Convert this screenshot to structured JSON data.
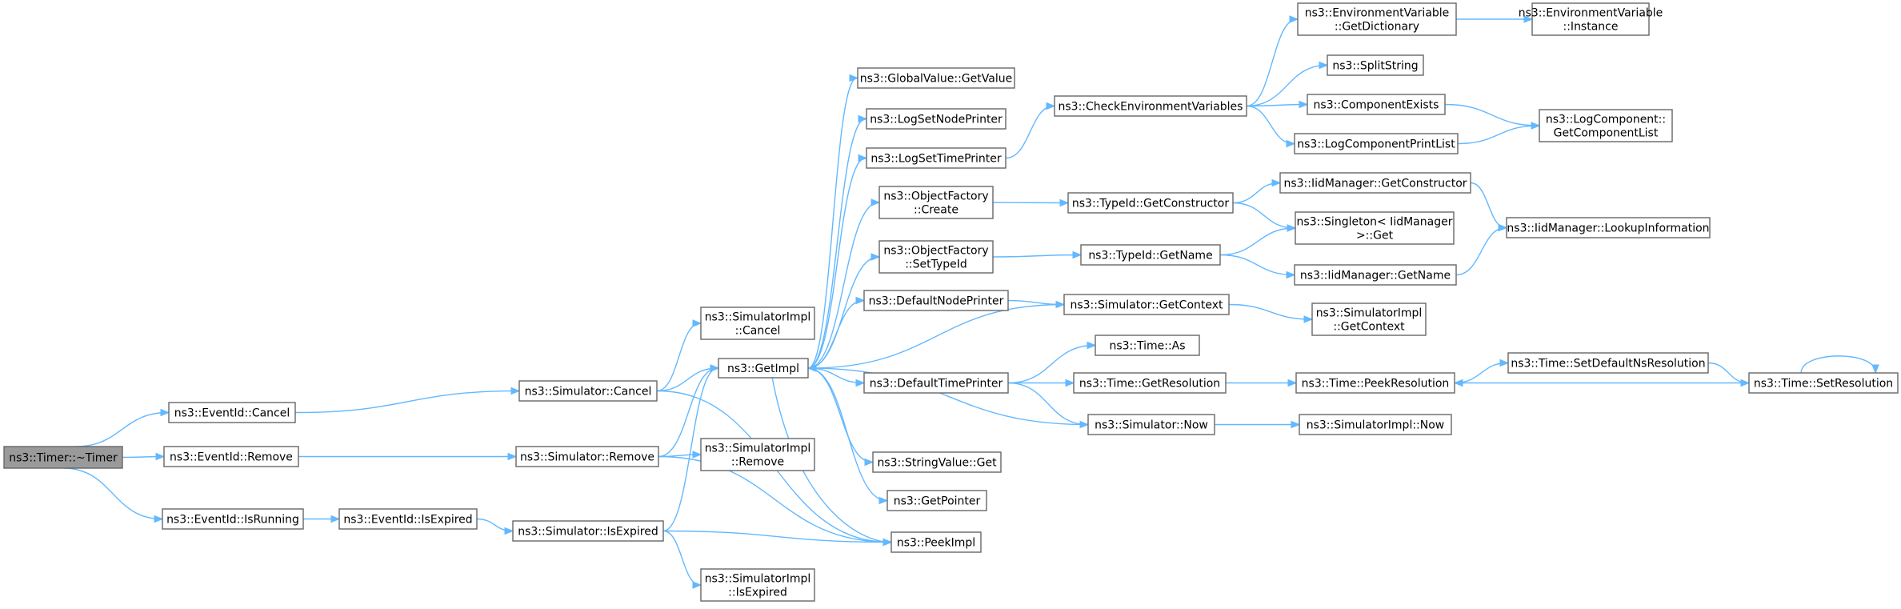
{
  "graph": {
    "colors": {
      "edge": "#63b8ff",
      "node_border": "#666666",
      "root_fill": "#9a9a9a",
      "node_fill": "#ffffff"
    },
    "nodes": [
      {
        "id": "timer_dtor",
        "lines": [
          "ns3::Timer::~Timer"
        ],
        "root": true
      },
      {
        "id": "eventid_cancel",
        "lines": [
          "ns3::EventId::Cancel"
        ]
      },
      {
        "id": "eventid_remove",
        "lines": [
          "ns3::EventId::Remove"
        ]
      },
      {
        "id": "eventid_isrunning",
        "lines": [
          "ns3::EventId::IsRunning"
        ]
      },
      {
        "id": "eventid_isexpired",
        "lines": [
          "ns3::EventId::IsExpired"
        ]
      },
      {
        "id": "sim_cancel",
        "lines": [
          "ns3::Simulator::Cancel"
        ]
      },
      {
        "id": "sim_remove",
        "lines": [
          "ns3::Simulator::Remove"
        ]
      },
      {
        "id": "sim_isexpired",
        "lines": [
          "ns3::Simulator::IsExpired"
        ]
      },
      {
        "id": "simimpl_cancel",
        "lines": [
          "ns3::SimulatorImpl",
          "::Cancel"
        ]
      },
      {
        "id": "simimpl_remove",
        "lines": [
          "ns3::SimulatorImpl",
          "::Remove"
        ]
      },
      {
        "id": "simimpl_isexpired",
        "lines": [
          "ns3::SimulatorImpl",
          "::IsExpired"
        ]
      },
      {
        "id": "getimpl",
        "lines": [
          "ns3::GetImpl"
        ]
      },
      {
        "id": "peekimpl",
        "lines": [
          "ns3::PeekImpl"
        ]
      },
      {
        "id": "gv_getvalue",
        "lines": [
          "ns3::GlobalValue::GetValue"
        ]
      },
      {
        "id": "logsetnodeprinter",
        "lines": [
          "ns3::LogSetNodePrinter"
        ]
      },
      {
        "id": "logsettimeprinter",
        "lines": [
          "ns3::LogSetTimePrinter"
        ]
      },
      {
        "id": "of_create",
        "lines": [
          "ns3::ObjectFactory",
          "::Create"
        ]
      },
      {
        "id": "of_settypeid",
        "lines": [
          "ns3::ObjectFactory",
          "::SetTypeId"
        ]
      },
      {
        "id": "defaultnodeprinter",
        "lines": [
          "ns3::DefaultNodePrinter"
        ]
      },
      {
        "id": "defaulttimeprinter",
        "lines": [
          "ns3::DefaultTimePrinter"
        ]
      },
      {
        "id": "stringvalue_get",
        "lines": [
          "ns3::StringValue::Get"
        ]
      },
      {
        "id": "getpointer",
        "lines": [
          "ns3::GetPointer"
        ]
      },
      {
        "id": "checkenv",
        "lines": [
          "ns3::CheckEnvironmentVariables"
        ]
      },
      {
        "id": "typeid_getconstructor",
        "lines": [
          "ns3::TypeId::GetConstructor"
        ]
      },
      {
        "id": "typeid_getname",
        "lines": [
          "ns3::TypeId::GetName"
        ]
      },
      {
        "id": "sim_getcontext",
        "lines": [
          "ns3::Simulator::GetContext"
        ]
      },
      {
        "id": "time_as",
        "lines": [
          "ns3::Time::As"
        ]
      },
      {
        "id": "time_getresolution",
        "lines": [
          "ns3::Time::GetResolution"
        ]
      },
      {
        "id": "sim_now",
        "lines": [
          "ns3::Simulator::Now"
        ]
      },
      {
        "id": "env_getdictionary",
        "lines": [
          "ns3::EnvironmentVariable",
          "::GetDictionary"
        ]
      },
      {
        "id": "splitstring",
        "lines": [
          "ns3::SplitString"
        ]
      },
      {
        "id": "componentexists",
        "lines": [
          "ns3::ComponentExists"
        ]
      },
      {
        "id": "logcomponentprintlist",
        "lines": [
          "ns3::LogComponentPrintList"
        ]
      },
      {
        "id": "iid_getconstructor",
        "lines": [
          "ns3::IidManager::GetConstructor"
        ]
      },
      {
        "id": "singleton_get",
        "lines": [
          "ns3::Singleton< IidManager",
          ">::Get"
        ]
      },
      {
        "id": "iid_getname",
        "lines": [
          "ns3::IidManager::GetName"
        ]
      },
      {
        "id": "simimpl_getcontext",
        "lines": [
          "ns3::SimulatorImpl",
          "::GetContext"
        ]
      },
      {
        "id": "time_peekresolution",
        "lines": [
          "ns3::Time::PeekResolution"
        ]
      },
      {
        "id": "simimpl_now",
        "lines": [
          "ns3::SimulatorImpl::Now"
        ]
      },
      {
        "id": "env_instance",
        "lines": [
          "ns3::EnvironmentVariable",
          "::Instance"
        ]
      },
      {
        "id": "logcomp_getcomponentlist",
        "lines": [
          "ns3::LogComponent::",
          "GetComponentList"
        ]
      },
      {
        "id": "iid_lookupinformation",
        "lines": [
          "ns3::IidManager::LookupInformation"
        ]
      },
      {
        "id": "time_setdefaultnsresolution",
        "lines": [
          "ns3::Time::SetDefaultNsResolution"
        ]
      },
      {
        "id": "time_setresolution",
        "lines": [
          "ns3::Time::SetResolution"
        ]
      }
    ],
    "edges": [
      [
        "timer_dtor",
        "eventid_cancel"
      ],
      [
        "timer_dtor",
        "eventid_remove"
      ],
      [
        "timer_dtor",
        "eventid_isrunning"
      ],
      [
        "eventid_cancel",
        "sim_cancel"
      ],
      [
        "eventid_remove",
        "sim_remove"
      ],
      [
        "eventid_isrunning",
        "eventid_isexpired"
      ],
      [
        "eventid_isexpired",
        "sim_isexpired"
      ],
      [
        "sim_cancel",
        "simimpl_cancel"
      ],
      [
        "sim_cancel",
        "getimpl"
      ],
      [
        "sim_cancel",
        "peekimpl"
      ],
      [
        "sim_remove",
        "simimpl_remove"
      ],
      [
        "sim_remove",
        "getimpl"
      ],
      [
        "sim_remove",
        "peekimpl"
      ],
      [
        "sim_isexpired",
        "getimpl"
      ],
      [
        "sim_isexpired",
        "peekimpl"
      ],
      [
        "sim_isexpired",
        "simimpl_isexpired"
      ],
      [
        "getimpl",
        "gv_getvalue"
      ],
      [
        "getimpl",
        "logsetnodeprinter"
      ],
      [
        "getimpl",
        "logsettimeprinter"
      ],
      [
        "getimpl",
        "of_create"
      ],
      [
        "getimpl",
        "of_settypeid"
      ],
      [
        "getimpl",
        "defaultnodeprinter"
      ],
      [
        "getimpl",
        "defaulttimeprinter"
      ],
      [
        "getimpl",
        "stringvalue_get"
      ],
      [
        "getimpl",
        "getpointer"
      ],
      [
        "getimpl",
        "peekimpl"
      ],
      [
        "logsettimeprinter",
        "checkenv"
      ],
      [
        "of_create",
        "typeid_getconstructor"
      ],
      [
        "of_settypeid",
        "typeid_getname"
      ],
      [
        "defaultnodeprinter",
        "sim_getcontext"
      ],
      [
        "defaulttimeprinter",
        "time_as"
      ],
      [
        "defaulttimeprinter",
        "time_getresolution"
      ],
      [
        "defaulttimeprinter",
        "sim_now"
      ],
      [
        "sim_getcontext",
        "getimpl"
      ],
      [
        "sim_getcontext",
        "simimpl_getcontext"
      ],
      [
        "sim_now",
        "getimpl"
      ],
      [
        "sim_now",
        "simimpl_now"
      ],
      [
        "checkenv",
        "env_getdictionary"
      ],
      [
        "checkenv",
        "splitstring"
      ],
      [
        "checkenv",
        "componentexists"
      ],
      [
        "checkenv",
        "logcomponentprintlist"
      ],
      [
        "env_getdictionary",
        "env_instance"
      ],
      [
        "componentexists",
        "logcomp_getcomponentlist"
      ],
      [
        "logcomponentprintlist",
        "logcomp_getcomponentlist"
      ],
      [
        "typeid_getconstructor",
        "iid_getconstructor"
      ],
      [
        "typeid_getconstructor",
        "singleton_get"
      ],
      [
        "typeid_getname",
        "singleton_get"
      ],
      [
        "typeid_getname",
        "iid_getname"
      ],
      [
        "iid_getconstructor",
        "iid_lookupinformation"
      ],
      [
        "iid_getname",
        "iid_lookupinformation"
      ],
      [
        "time_getresolution",
        "time_peekresolution"
      ],
      [
        "time_peekresolution",
        "time_setdefaultnsresolution"
      ],
      [
        "time_setdefaultnsresolution",
        "time_setresolution"
      ],
      [
        "time_setresolution",
        "time_peekresolution"
      ],
      [
        "time_setresolution",
        "time_setresolution"
      ]
    ]
  }
}
